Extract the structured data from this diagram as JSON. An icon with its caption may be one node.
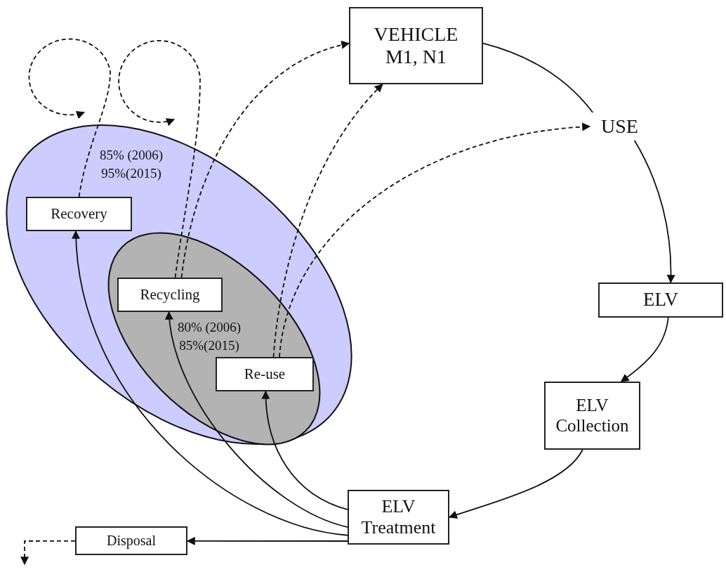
{
  "diagram": {
    "nodes": [
      {
        "text": [
          "VEHICLE M1, N1"
        ]
      },
      {
        "text": [
          "USE"
        ]
      },
      {
        "text": [
          "85% (2006) 95%(2015)"
        ]
      },
      {
        "text": [
          "Recovery"
        ],
        "in": 2
      },
      {
        "text": [
          "80% (2006) 85%(2015)"
        ],
        "in": 2
      },
      {
        "text": [
          "Recycling"
        ],
        "in": 4
      },
      {
        "text": [
          "Re-use"
        ],
        "in": 4
      },
      {
        "text": [
          "ELV"
        ]
      },
      {
        "text": [
          "ELV Collection"
        ]
      },
      {
        "text": [
          "ELV Treatment"
        ]
      },
      {
        "text": [
          "Disposal"
        ]
      }
    ],
    "edges": [
      {
        "from": 0,
        "to": 1,
        "arrow": "none"
      },
      {
        "from": 1,
        "to": 7,
        "arrow": "to"
      },
      {
        "from": 7,
        "to": 8,
        "arrow": "to"
      },
      {
        "from": 8,
        "to": 9,
        "arrow": "to"
      },
      {
        "from": 9,
        "to": 10,
        "arrow": "to"
      },
      {
        "from": 9,
        "to": 3,
        "arrow": "to"
      },
      {
        "from": 9,
        "to": 5,
        "arrow": "to"
      },
      {
        "from": 9,
        "to": 6,
        "arrow": "to"
      },
      {
        "from": 3,
        "to": null,
        "arrow": "to",
        "style": "dashed"
      },
      {
        "from": 5,
        "to": null,
        "arrow": "to",
        "style": "dashed"
      },
      {
        "from": 5,
        "to": 0,
        "arrow": "to",
        "style": "dashed"
      },
      {
        "from": 6,
        "to": 0,
        "arrow": "to",
        "style": "dashed"
      },
      {
        "from": 6,
        "to": 1,
        "arrow": "to",
        "style": "dashed"
      },
      {
        "from": 10,
        "to": null,
        "arrow": "to",
        "style": "dashed"
      }
    ]
  }
}
